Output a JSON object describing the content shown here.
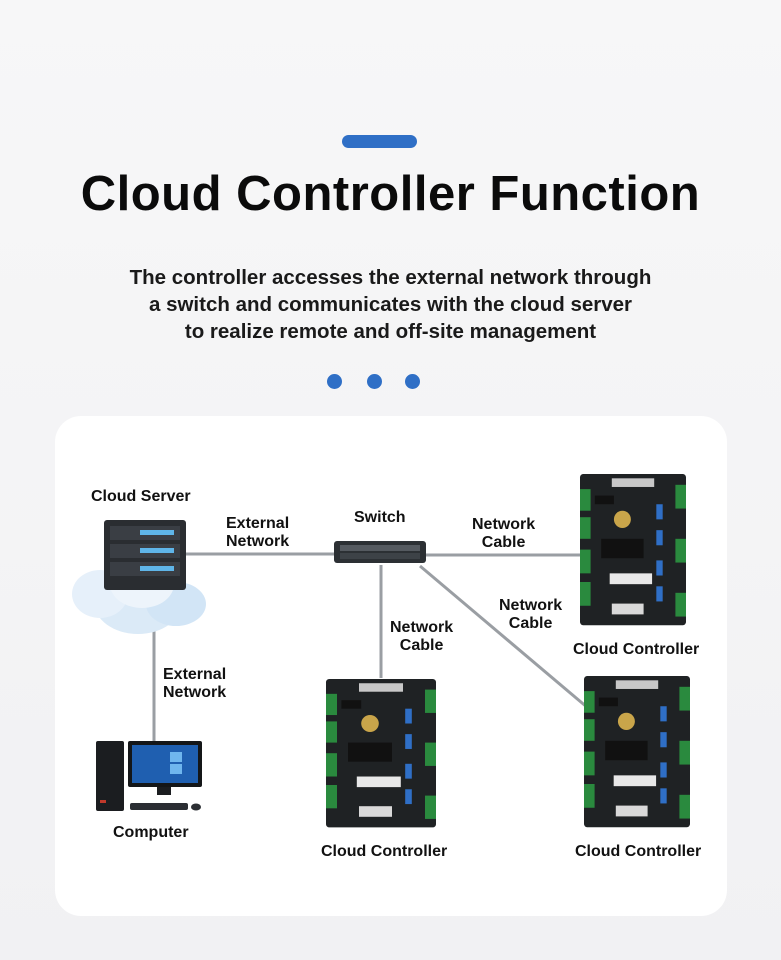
{
  "header": {
    "title": "Cloud Controller Function",
    "subtitle_lines": [
      "The controller accesses the external network through",
      "a switch and communicates with the cloud server",
      "to realize remote and off-site management"
    ]
  },
  "diagram": {
    "nodes": {
      "cloud_server": "Cloud Server",
      "switch": "Switch",
      "computer": "Computer",
      "controller_top_right": "Cloud Controller",
      "controller_bottom_middle": "Cloud Controller",
      "controller_bottom_right": "Cloud Controller"
    },
    "links": {
      "server_switch": [
        "External",
        "Network"
      ],
      "server_computer": [
        "External",
        "Network"
      ],
      "switch_top_right": [
        "Network",
        "Cable"
      ],
      "switch_middle": [
        "Network",
        "Cable"
      ],
      "switch_bottom_right": [
        "Network",
        "Cable"
      ]
    }
  },
  "colors": {
    "accent": "#2f6fc6",
    "board": "#1f2224",
    "connector_green": "#2a8a3e",
    "connector_blue": "#2f6fc6",
    "cable": "#9a9ea3"
  }
}
